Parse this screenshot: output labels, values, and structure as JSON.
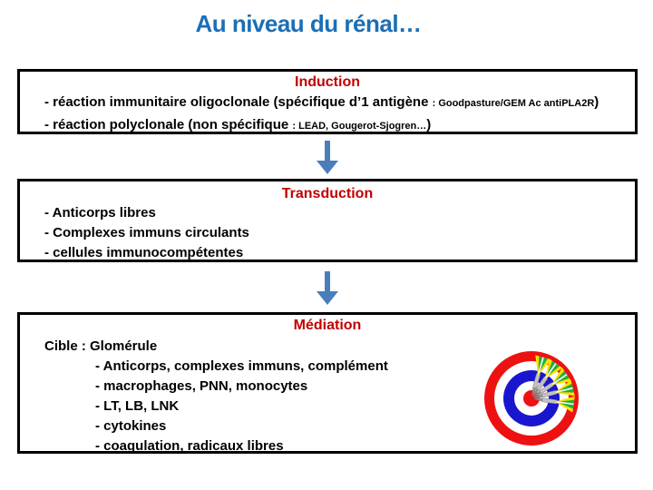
{
  "title": "Au niveau du rénal…",
  "colors": {
    "title_blue": "#1B6FB5",
    "heading_red": "#C00000",
    "arrow_blue": "#4A7EBB",
    "box_border": "#000000",
    "target_red": "#EE1111",
    "target_blue": "#1A16D0"
  },
  "boxes": {
    "induction": {
      "heading": "Induction",
      "line1_main": "- réaction immunitaire oligoclonale (spécifique d’1 antigène ",
      "line1_small": ": Goodpasture/GEM Ac antiPLA2R",
      "line1_close": ")",
      "line2_main": "- réaction polyclonale (non spécifique ",
      "line2_small": ": LEAD, Gougerot-Sjogren…",
      "line2_close": ")"
    },
    "transduction": {
      "heading": "Transduction",
      "items": [
        "- Anticorps libres",
        "- Complexes immuns circulants",
        "- cellules immunocompétentes"
      ]
    },
    "mediation": {
      "heading": "Médiation",
      "target_label": "Cible : Glomérule",
      "items": [
        "- Anticorps, complexes immuns, complément",
        "- macrophages, PNN, monocytes",
        "- LT, LB, LNK",
        "- cytokines",
        "- coagulation, radicaux libres"
      ]
    }
  },
  "icons": {
    "flow_arrow_1": "down-arrow",
    "flow_arrow_2": "down-arrow",
    "target_image": "dartboard-with-darts"
  }
}
